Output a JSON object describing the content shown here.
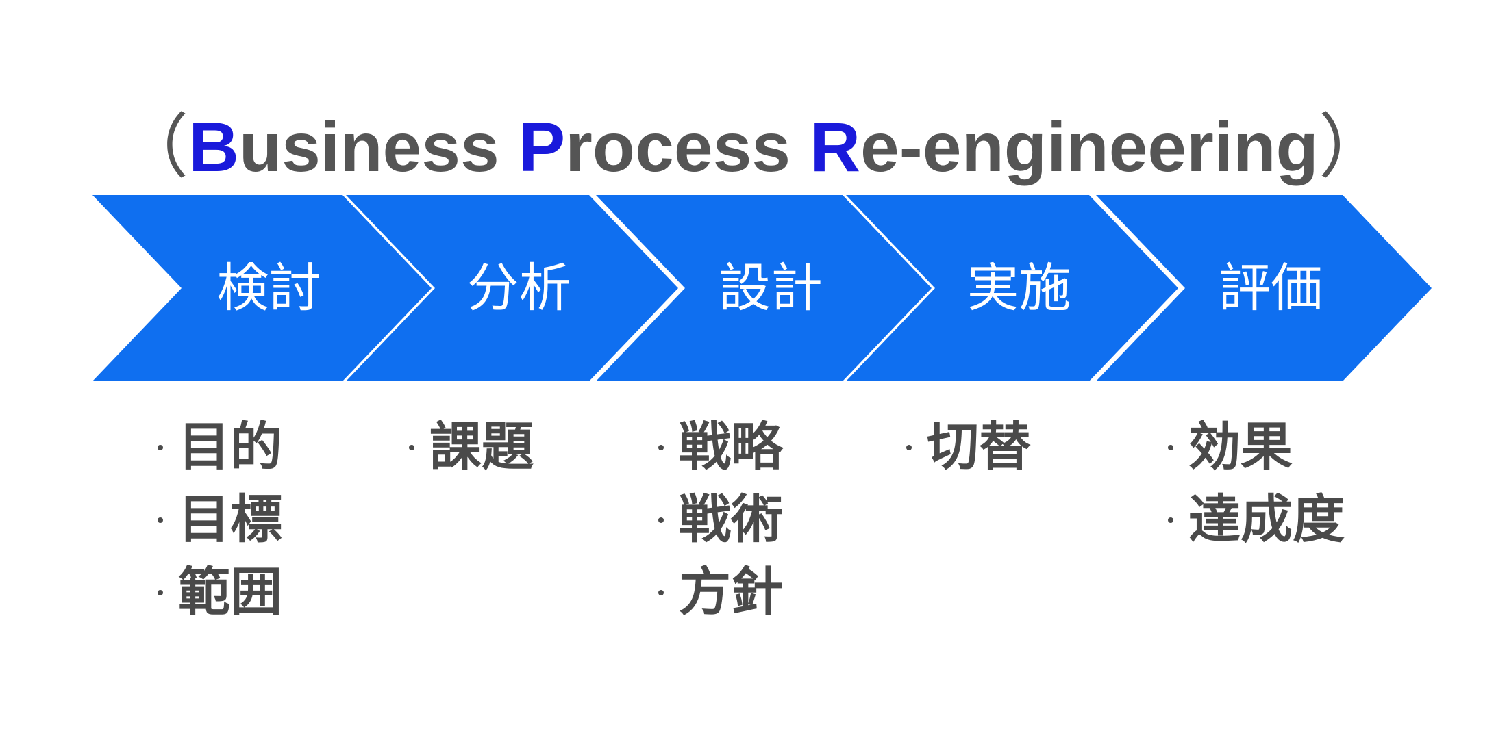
{
  "title": {
    "open_paren": "（",
    "b_letter": "B",
    "b_rest": "usiness ",
    "p_letter": "P",
    "p_rest": "rocess ",
    "r_letter": "R",
    "r_rest": "e-engineering",
    "close_paren": "）"
  },
  "colors": {
    "chevron_fill": "#0f6ff0",
    "highlight_letter": "#1a1adb",
    "title_text": "#555555",
    "bullet_text": "#4a4a4a"
  },
  "stages": [
    {
      "label": "検討",
      "items": [
        "目的",
        "目標",
        "範囲"
      ]
    },
    {
      "label": "分析",
      "items": [
        "課題"
      ]
    },
    {
      "label": "設計",
      "items": [
        "戦略",
        "戦術",
        "方針"
      ]
    },
    {
      "label": "実施",
      "items": [
        "切替"
      ]
    },
    {
      "label": "評価",
      "items": [
        "効果",
        "達成度"
      ]
    }
  ]
}
